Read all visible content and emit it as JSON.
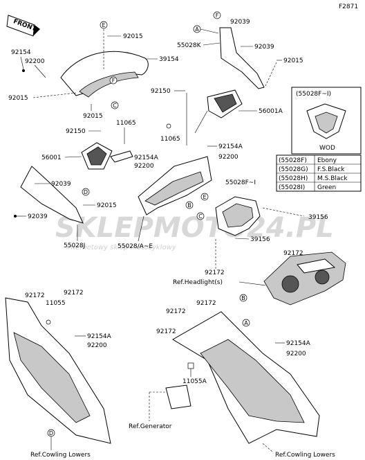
{
  "page_code": "F2871",
  "front_label": "FRONT",
  "watermark": {
    "text": "SKLEPMOTO24.PL",
    "subtitle": "internetowy sklep motocyklowy"
  },
  "callouts": [
    "A",
    "B",
    "C",
    "D",
    "E",
    "F"
  ],
  "part_numbers": {
    "p92015_top": "92015",
    "p92154_left": "92154",
    "p92200_left": "92200",
    "p39154": "39154",
    "p92015_left": "92015",
    "p92015_mid": "92015",
    "p92039_top": "92039",
    "p55028K": "55028K",
    "p92039_right": "92039",
    "p92015_right": "92015",
    "p92150_top": "92150",
    "p56001A": "56001A",
    "p92150_mid": "92150",
    "p11065_a": "11065",
    "p11065_b": "11065",
    "p56001": "56001",
    "p92154A_mid": "92154A",
    "p92200_mid": "92200",
    "p92154A_right": "92154A",
    "p92200_right": "92200",
    "p92039_left": "92039",
    "p92015_lower": "92015",
    "p92039_bottom": "92039",
    "p55028J": "55028J",
    "p55028_AE": "55028/A~E",
    "p55028F_I": "55028F~I",
    "p39156_a": "39156",
    "p39156_b": "39156",
    "p92172_a": "92172",
    "p92172_b": "92172",
    "p92172_c": "92172",
    "p92172_d": "92172",
    "p92172_e": "92172",
    "p92172_f": "92172",
    "p92172_g": "92172",
    "p11055": "11055",
    "p92154A_low": "92154A",
    "p92200_low": "92200",
    "p92154A_low2": "92154A",
    "p92200_low2": "92200",
    "p11055A": "11055A"
  },
  "references": {
    "headlights": "Ref.Headlight(s)",
    "generator": "Ref.Generator",
    "cowling_lowers_left": "Ref.Cowling Lowers",
    "cowling_lowers_right": "Ref.Cowling Lowers"
  },
  "color_table": {
    "inset_label": "(55028F~I)",
    "inset_caption": "WOD",
    "rows": [
      {
        "code": "(55028F)",
        "color": "Ebony"
      },
      {
        "code": "(55028G)",
        "color": "F.S.Black"
      },
      {
        "code": "(55028H)",
        "color": "M.S.Black"
      },
      {
        "code": "(55028I)",
        "color": "Green"
      }
    ]
  }
}
